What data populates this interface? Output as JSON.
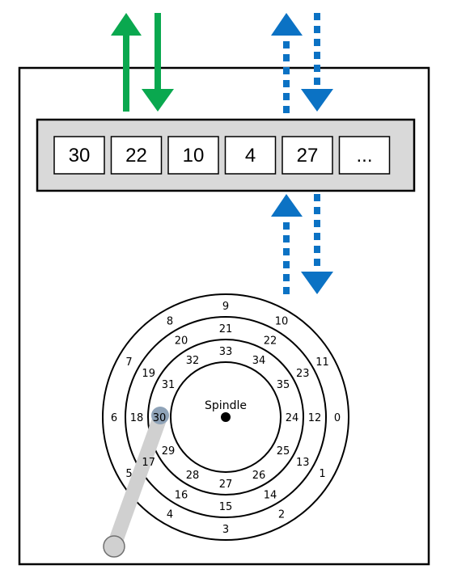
{
  "buffer": {
    "cells": [
      "30",
      "22",
      "10",
      "4",
      "27",
      "..."
    ]
  },
  "disk": {
    "spindle_label": "Spindle",
    "outer_track": [
      {
        "n": "0",
        "angle": 0
      },
      {
        "n": "1",
        "angle": 30
      },
      {
        "n": "2",
        "angle": 60
      },
      {
        "n": "3",
        "angle": 90
      },
      {
        "n": "4",
        "angle": 120
      },
      {
        "n": "5",
        "angle": 150
      },
      {
        "n": "6",
        "angle": 180
      },
      {
        "n": "7",
        "angle": 210
      },
      {
        "n": "8",
        "angle": 240
      },
      {
        "n": "9",
        "angle": 270
      },
      {
        "n": "10",
        "angle": 300
      },
      {
        "n": "11",
        "angle": 330
      }
    ],
    "middle_track": [
      {
        "n": "12",
        "angle": 0
      },
      {
        "n": "13",
        "angle": 30
      },
      {
        "n": "14",
        "angle": 60
      },
      {
        "n": "15",
        "angle": 90
      },
      {
        "n": "16",
        "angle": 120
      },
      {
        "n": "17",
        "angle": 150
      },
      {
        "n": "18",
        "angle": 180
      },
      {
        "n": "19",
        "angle": 210
      },
      {
        "n": "20",
        "angle": 240
      },
      {
        "n": "21",
        "angle": 270
      },
      {
        "n": "22",
        "angle": 300
      },
      {
        "n": "23",
        "angle": 330
      }
    ],
    "inner_track": [
      {
        "n": "24",
        "angle": 0
      },
      {
        "n": "25",
        "angle": 30
      },
      {
        "n": "26",
        "angle": 60
      },
      {
        "n": "27",
        "angle": 90
      },
      {
        "n": "28",
        "angle": 120
      },
      {
        "n": "29",
        "angle": 150
      },
      {
        "n": "30",
        "angle": 180
      },
      {
        "n": "31",
        "angle": 210
      },
      {
        "n": "32",
        "angle": 240
      },
      {
        "n": "33",
        "angle": 270
      },
      {
        "n": "34",
        "angle": 300
      },
      {
        "n": "35",
        "angle": 330
      }
    ],
    "head_position_sector": "30"
  },
  "colors": {
    "green_arrow": "#0aa84f",
    "blue_arrow": "#0b72c4",
    "buffer_fill": "#d9d9d9",
    "arm_fill": "#d0d0d0",
    "head_fill": "#8fa3b8"
  }
}
